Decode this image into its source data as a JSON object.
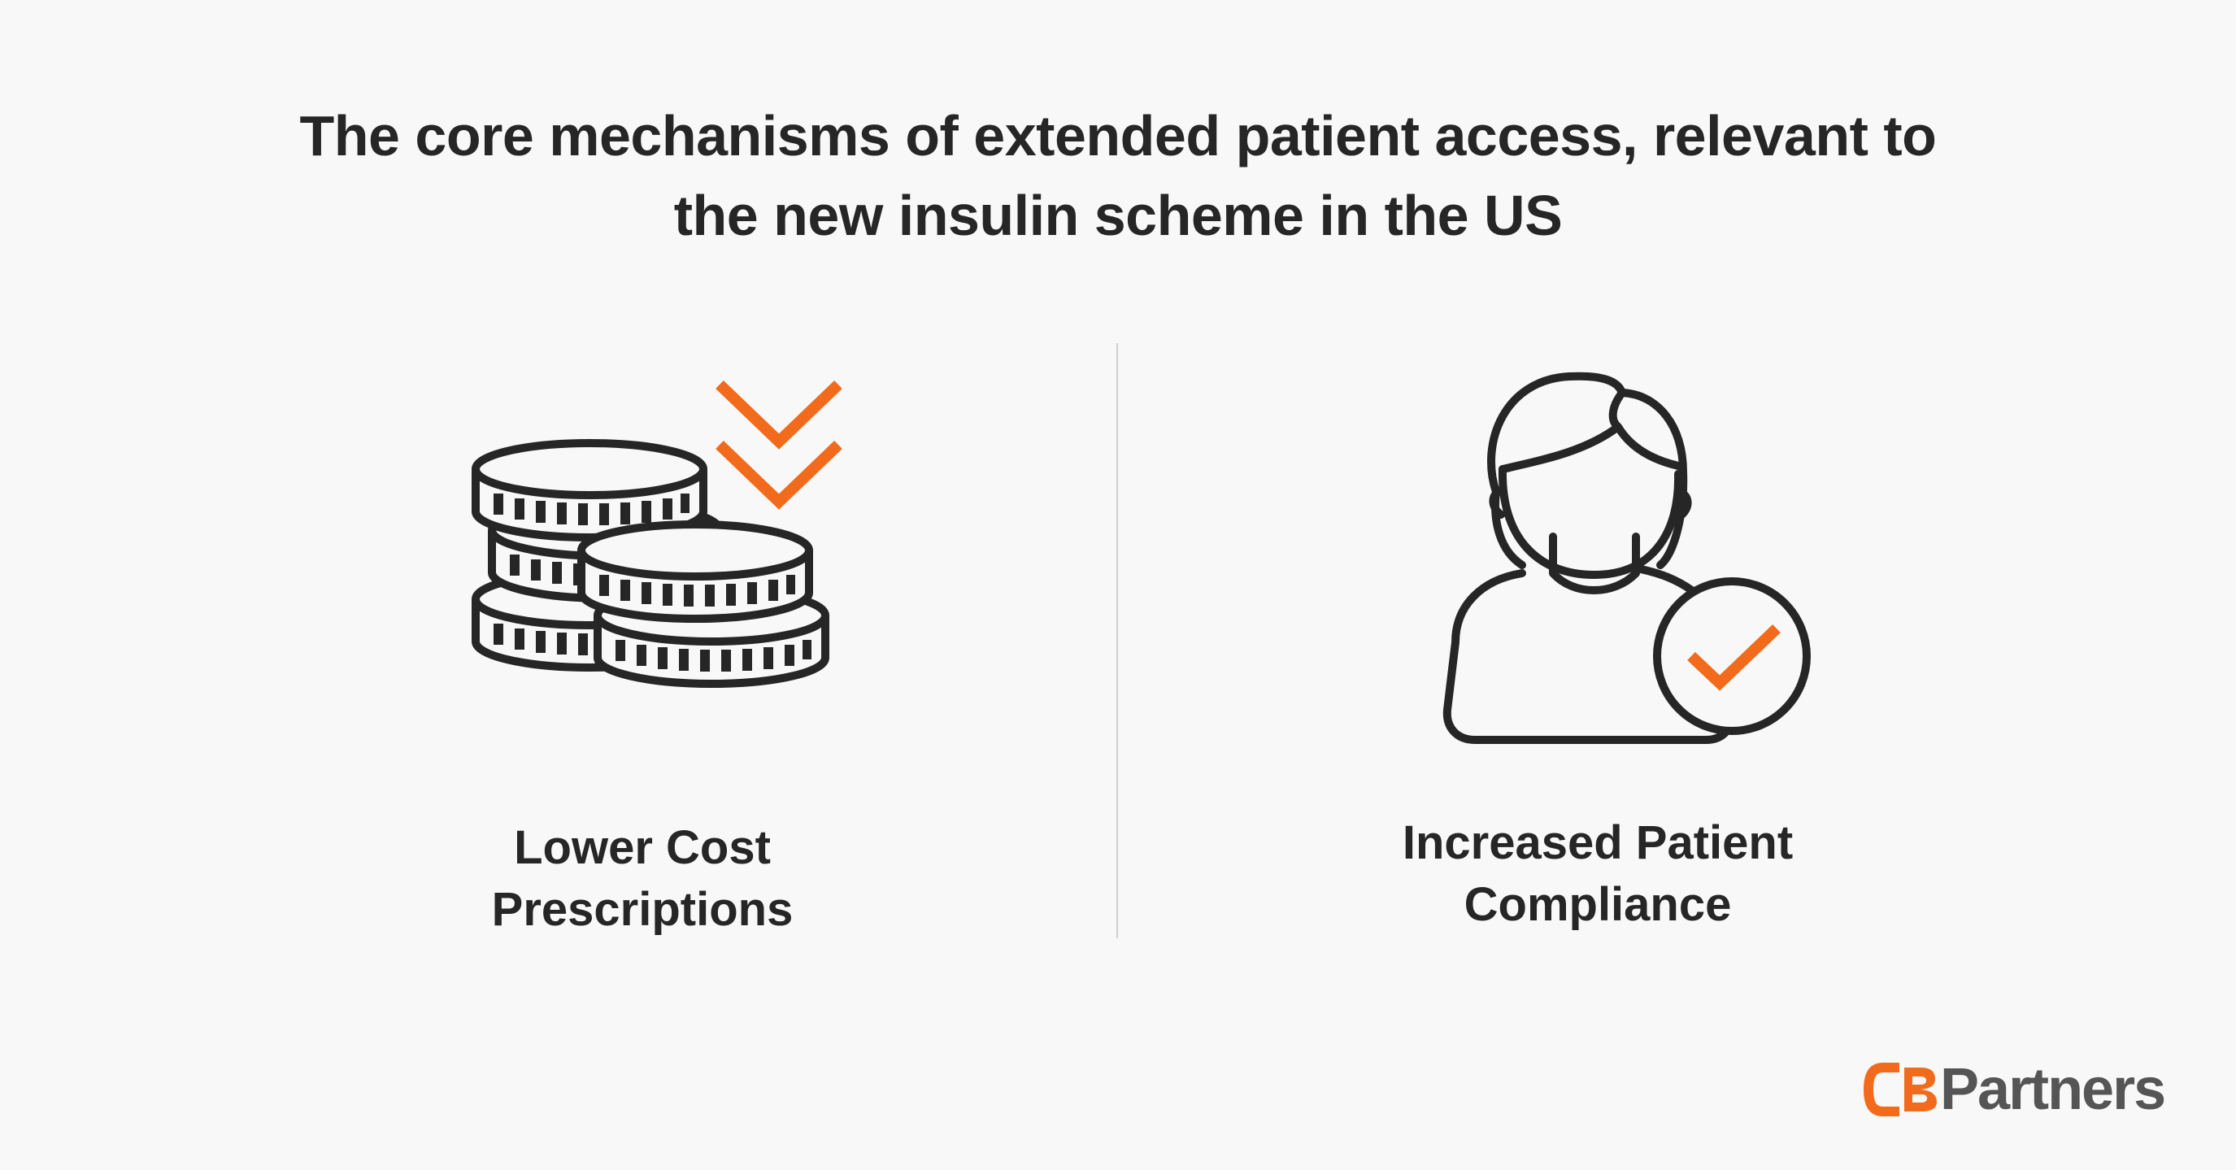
{
  "title": {
    "line1": "The core mechanisms of extended patient access, relevant to",
    "line2": "the new insulin scheme in the US"
  },
  "mechanisms": [
    {
      "icon": "coins-stack-icon",
      "accent_icon": "double-chevron-down-icon",
      "label_line1": "Lower Cost",
      "label_line2": "Prescriptions"
    },
    {
      "icon": "patient-person-icon",
      "accent_icon": "checkmark-circle-icon",
      "label_line1": "Increased Patient",
      "label_line2": "Compliance"
    }
  ],
  "logo": {
    "mark_text": "CB",
    "wordmark": "Partners"
  },
  "colors": {
    "accent": "#f26b1d",
    "ink": "#262626",
    "background": "#f8f8f8",
    "divider": "#cfcfcf",
    "logo_gray": "#555555"
  }
}
